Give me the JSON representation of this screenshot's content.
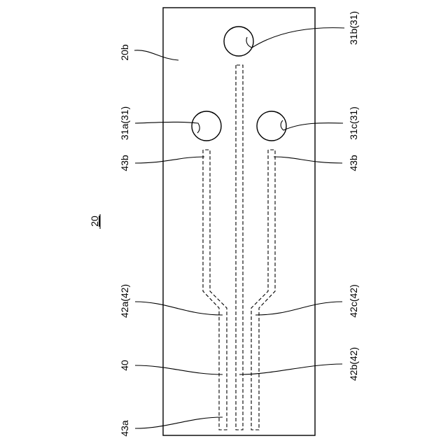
{
  "figure": {
    "reference_number": "20",
    "labels": {
      "surface": "20b",
      "hole_b": "31b(31)",
      "hole_a": "31a(31)",
      "hole_c": "31c(31)",
      "tip_left": "43b",
      "tip_right": "43b",
      "channel_a": "42a(42)",
      "channel_c": "42c(42)",
      "device": "40",
      "channel_b": "42b(42)",
      "inlet": "43a"
    }
  }
}
